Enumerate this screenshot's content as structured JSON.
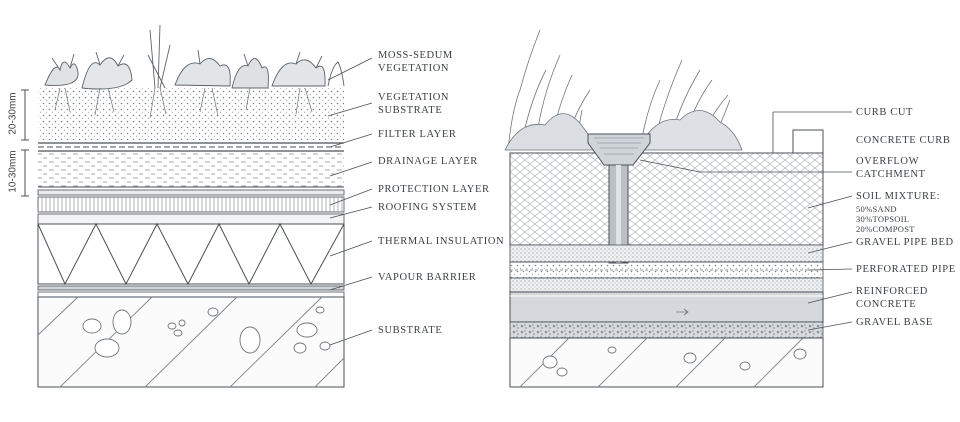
{
  "left_section": {
    "dimension_top": "20-30mm",
    "dimension_bottom": "10-30mm",
    "layers": [
      {
        "line1": "MOSS-SEDUM",
        "line2": "VEGETATION"
      },
      {
        "line1": "VEGETATION",
        "line2": "SUBSTRATE"
      },
      {
        "line1": "FILTER LAYER",
        "line2": ""
      },
      {
        "line1": "DRAINAGE LAYER",
        "line2": ""
      },
      {
        "line1": "PROTECTION LAYER",
        "line2": ""
      },
      {
        "line1": "ROOFING SYSTEM",
        "line2": ""
      },
      {
        "line1": "THERMAL INSULATION",
        "line2": ""
      },
      {
        "line1": "VAPOUR BARRIER",
        "line2": ""
      },
      {
        "line1": "SUBSTRATE",
        "line2": ""
      }
    ]
  },
  "right_section": {
    "labels": {
      "curb_cut": "CURB CUT",
      "concrete_curb": "CONCRETE CURB",
      "overflow_1": "OVERFLOW",
      "overflow_2": "CATCHMENT",
      "soil_title": "SOIL MIXTURE:",
      "soil_1": "50%SAND",
      "soil_2": "30%TOPSOIL",
      "soil_3": "20%COMPOST",
      "gravel_pipe_bed": "GRAVEL PIPE BED",
      "perforated_pipe": "PERFORATED PIPE",
      "reinforced_1": "REINFORCED",
      "reinforced_2": "CONCRETE",
      "gravel_base": "GRAVEL BASE"
    }
  },
  "colors": {
    "line": "#4a5058",
    "light_fill": "#e9ecef",
    "mid_fill": "#cfd4d9",
    "dark_fill": "#9aa1a8"
  }
}
